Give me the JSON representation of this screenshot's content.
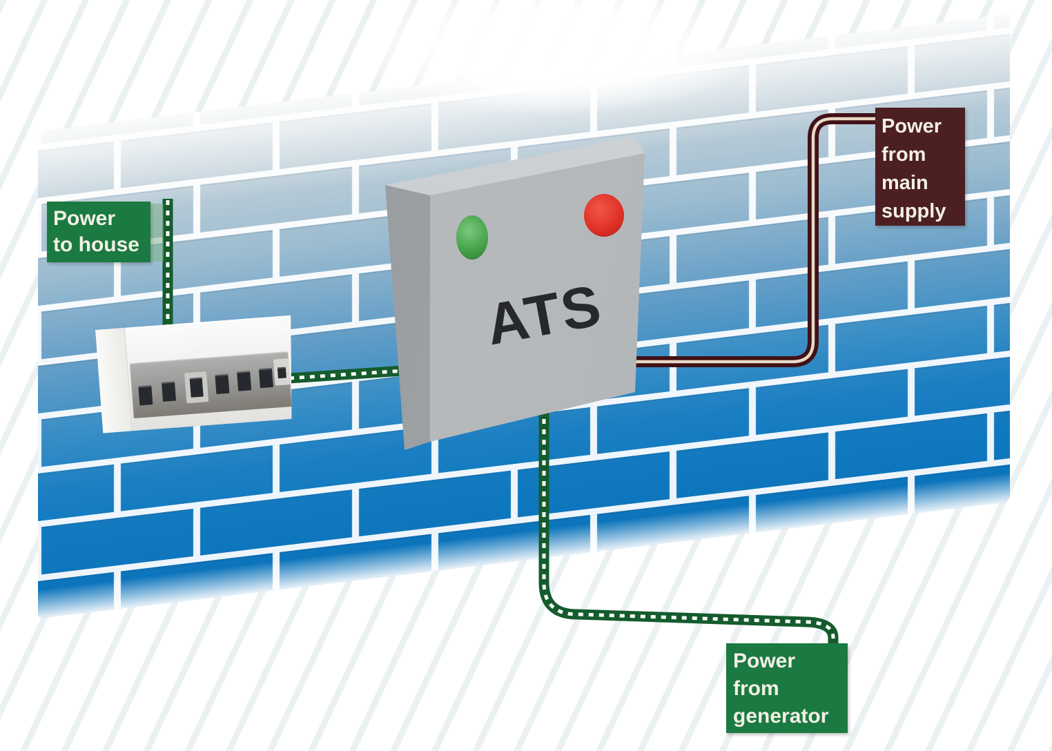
{
  "title": "ATS automatic transfer switch wiring diagram on brick wall",
  "wall": {
    "brick_color_top": "#c9d6dd",
    "brick_color_bottom": "#0b72b9",
    "mortar_color": "#ffffff"
  },
  "ats": {
    "label": "ATS",
    "body_color": "#b2b5b7",
    "green_light_color": "#47a44c",
    "red_light_color": "#e23126"
  },
  "consumer_unit": {
    "switch_count": 7,
    "panel_color": "#949492"
  },
  "labels": {
    "to_house": {
      "line1": "Power",
      "line2": "to house",
      "bg": "#1b7a41"
    },
    "main_supply": {
      "line1": "Power",
      "line2": "from",
      "line3": "main",
      "line4": "supply",
      "bg": "#4c1f22"
    },
    "generator": {
      "line1": "Power",
      "line2": "from",
      "line3": "generator",
      "bg": "#1b7a41"
    }
  },
  "wires": {
    "house_wire_color": "#155c2d",
    "consumer_to_ats_wire_color": "#155c2d",
    "generator_wire_color": "#155c2d",
    "main_supply_wire_color": "#401216",
    "dash_color": "#ffffff",
    "main_supply_core_color": "#ead9c6"
  }
}
